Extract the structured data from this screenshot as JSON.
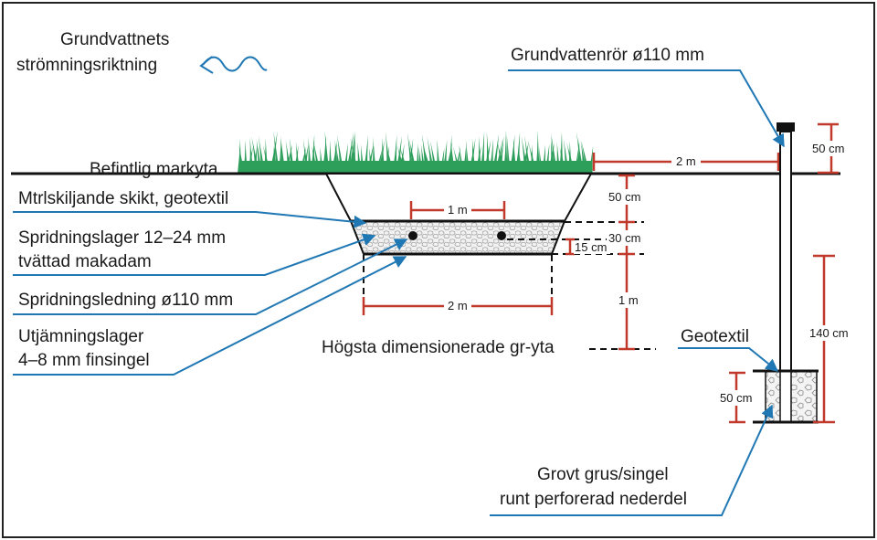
{
  "labels": {
    "flow_direction_line1": "Grundvattnets",
    "flow_direction_line2": "strömningsriktning",
    "pipe_title": "Grundvattenrör ø110 mm",
    "ground": "Befintlig markyta",
    "geotextile_layer": "Mtrlskiljande skikt, geotextil",
    "spreading_layer_line1": "Spridningslager 12–24 mm",
    "spreading_layer_line2": "tvättad makadam",
    "spreading_pipe": "Spridningsledning ø110 mm",
    "leveling_layer_line1": "Utjämningslager",
    "leveling_layer_line2": "4–8 mm finsingel",
    "max_gw_level": "Högsta dimensionerade gr-yta",
    "geotextil": "Geotextil",
    "gravel_line1": "Grovt grus/singel",
    "gravel_line2": "runt perforerad nederdel"
  },
  "dimensions": {
    "pipe_above_ground": "50 cm",
    "distance_to_pipe": "2 m",
    "trench_depth": "50 cm",
    "pipe_spacing": "1 m",
    "spreading_layer": "30 cm",
    "leveling_layer": "15 cm",
    "to_groundwater": "1 m",
    "bed_width": "2 m",
    "pipe_depth": "140 cm",
    "gravel_height": "50 cm"
  },
  "colors": {
    "dimension": "#c0392b",
    "leader": "#1f77b4",
    "grass": "#2e9e5b"
  }
}
